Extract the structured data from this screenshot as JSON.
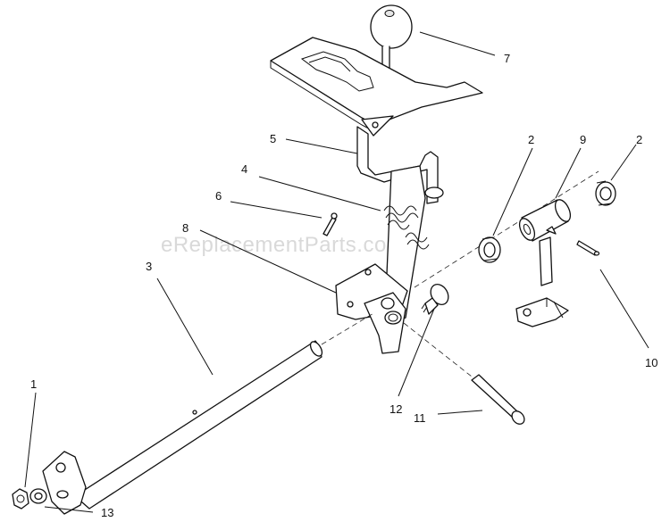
{
  "watermark": "eReplacementParts.com",
  "callouts": {
    "c1": "1",
    "c2a": "2",
    "c2b": "2",
    "c3": "3",
    "c4": "4",
    "c5": "5",
    "c6": "6",
    "c7": "7",
    "c8": "8",
    "c9": "9",
    "c10": "10",
    "c11": "11",
    "c12": "12",
    "c13": "13"
  }
}
